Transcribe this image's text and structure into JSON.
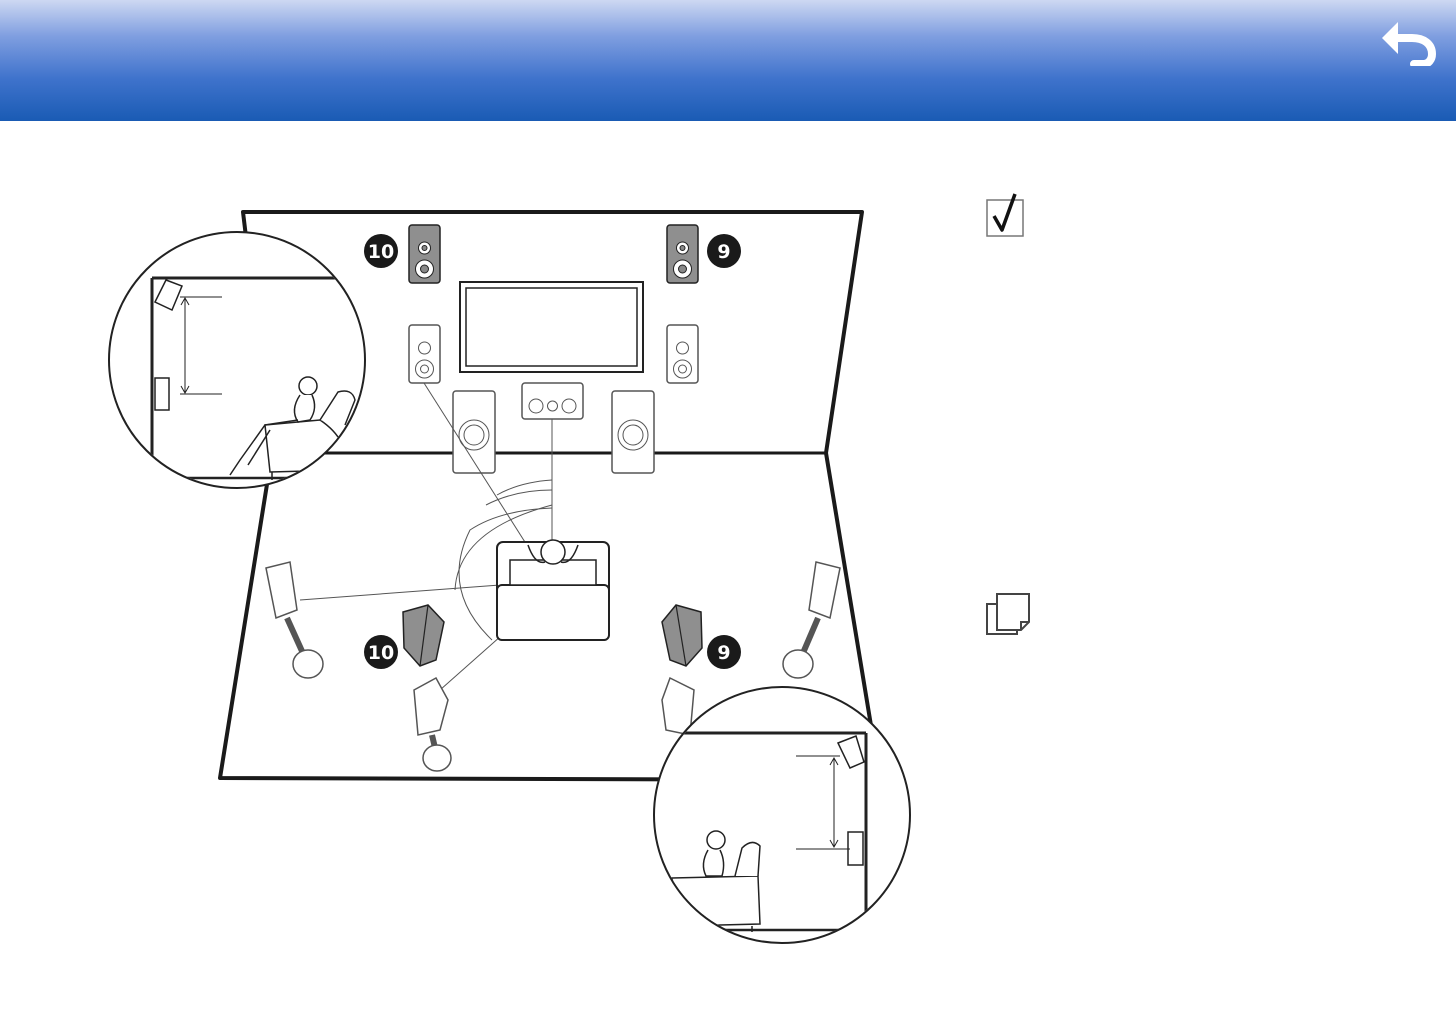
{
  "header": {
    "back_icon": "back-arrow-icon"
  },
  "diagram": {
    "badges": {
      "front_high_left": "10",
      "front_high_right": "9",
      "surround_back_left": "10",
      "surround_back_right": "9"
    }
  },
  "notes": {
    "check_icon": "checkbox-icon",
    "memo_icon": "memo-icon"
  },
  "colors": {
    "header_top": "#cdd8f2",
    "header_bottom": "#1a5bb4",
    "speaker_dark": "#8a8a8a",
    "line": "#222222"
  }
}
